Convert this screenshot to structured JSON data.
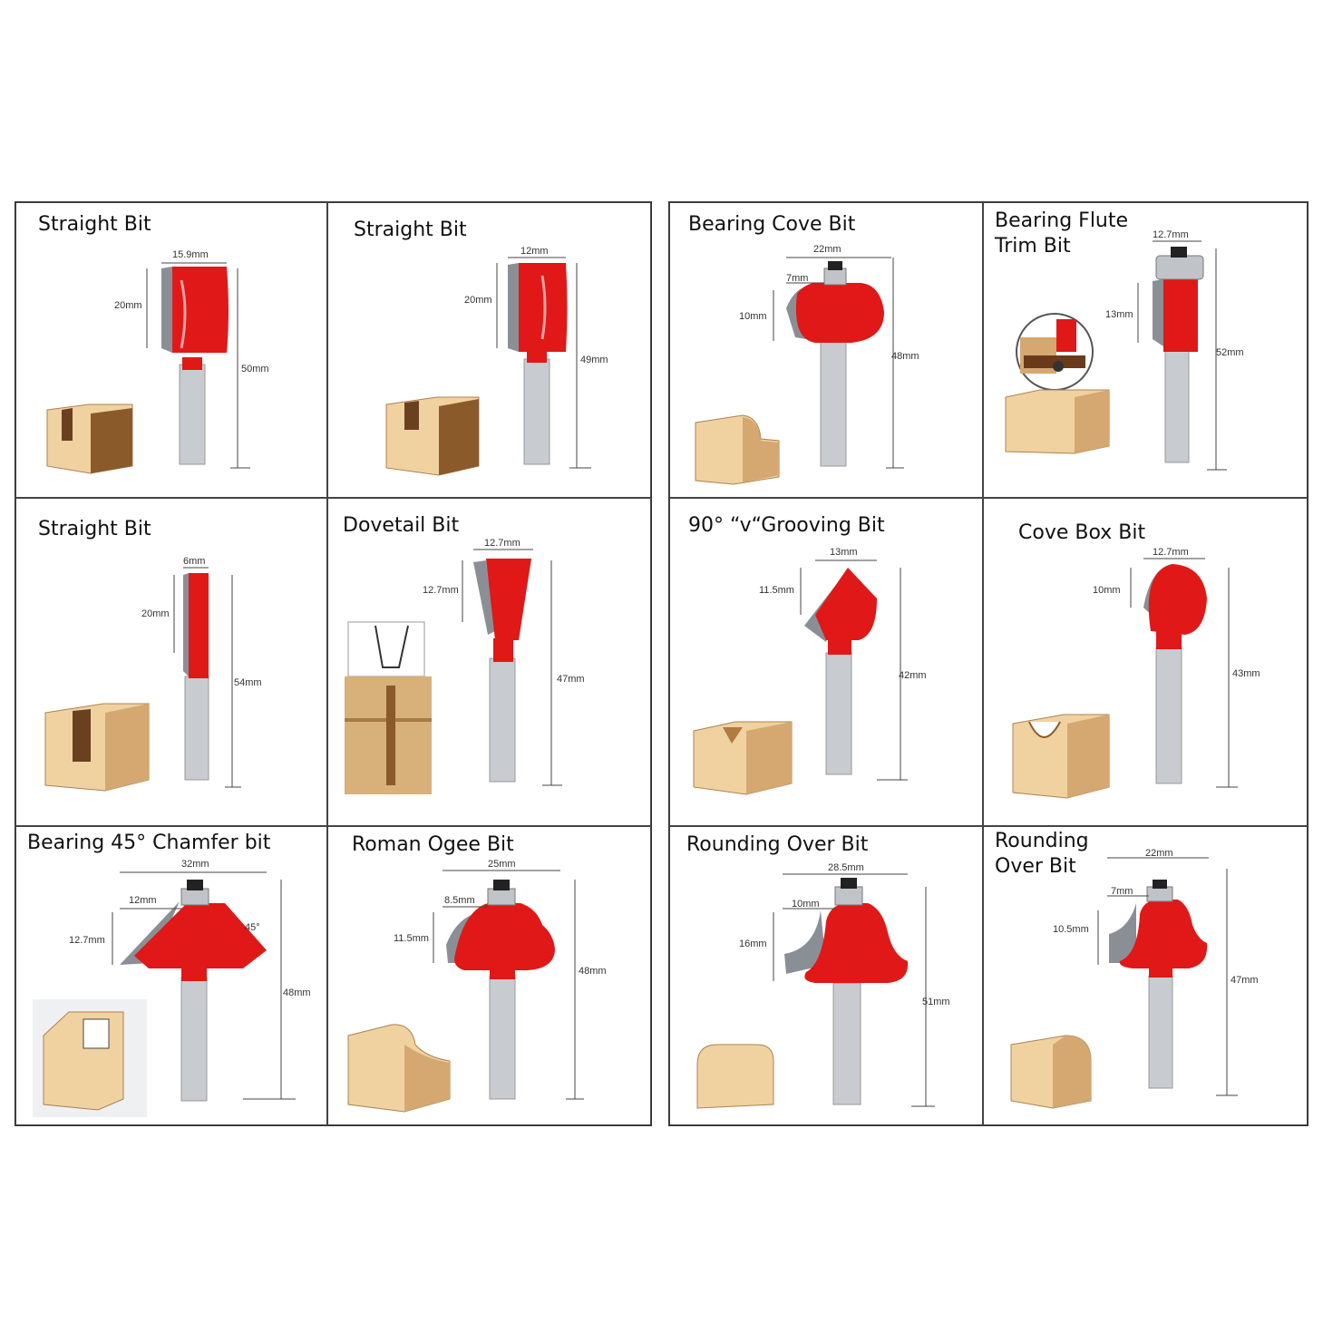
{
  "colors": {
    "bit_red": "#e01818",
    "shank": "#c8ccd0",
    "carbide": "#8a8f96",
    "wood_light": "#f0d2a0",
    "wood_side": "#d4a870",
    "wood_dark": "#8b5a2b",
    "border": "#444444"
  },
  "cells": [
    {
      "id": "straight-bit-1",
      "title": "Straight Bit",
      "dims": [
        "15.9mm",
        "20mm",
        "50mm"
      ]
    },
    {
      "id": "straight-bit-2",
      "title": "Straight Bit",
      "dims": [
        "12mm",
        "20mm",
        "49mm"
      ]
    },
    {
      "id": "bearing-cove-bit",
      "title": "Bearing Cove Bit",
      "dims": [
        "22mm",
        "7mm",
        "10mm",
        "48mm"
      ]
    },
    {
      "id": "bearing-flute-trim-bit",
      "title": "Bearing Flute\nTrim Bit",
      "dims": [
        "12.7mm",
        "13mm",
        "52mm"
      ]
    },
    {
      "id": "straight-bit-3",
      "title": "Straight Bit",
      "dims": [
        "6mm",
        "20mm",
        "54mm"
      ]
    },
    {
      "id": "dovetail-bit",
      "title": "Dovetail Bit",
      "dims": [
        "12.7mm",
        "12.7mm",
        "47mm"
      ]
    },
    {
      "id": "v-grooving-bit",
      "title": "90° “v“Grooving Bit",
      "dims": [
        "13mm",
        "11.5mm",
        "42mm"
      ]
    },
    {
      "id": "cove-box-bit",
      "title": "Cove Box Bit",
      "dims": [
        "12.7mm",
        "10mm",
        "43mm"
      ]
    },
    {
      "id": "chamfer-bit",
      "title": "Bearing 45° Chamfer bit",
      "dims": [
        "32mm",
        "12mm",
        "12.7mm",
        "45°",
        "48mm"
      ]
    },
    {
      "id": "roman-ogee-bit",
      "title": "Roman Ogee Bit",
      "dims": [
        "25mm",
        "8.5mm",
        "11.5mm",
        "48mm"
      ]
    },
    {
      "id": "rounding-over-bit-1",
      "title": "Rounding Over Bit",
      "dims": [
        "28.5mm",
        "10mm",
        "16mm",
        "51mm"
      ]
    },
    {
      "id": "rounding-over-bit-2",
      "title": "Rounding\nOver Bit",
      "dims": [
        "22mm",
        "7mm",
        "10.5mm",
        "47mm"
      ]
    }
  ]
}
